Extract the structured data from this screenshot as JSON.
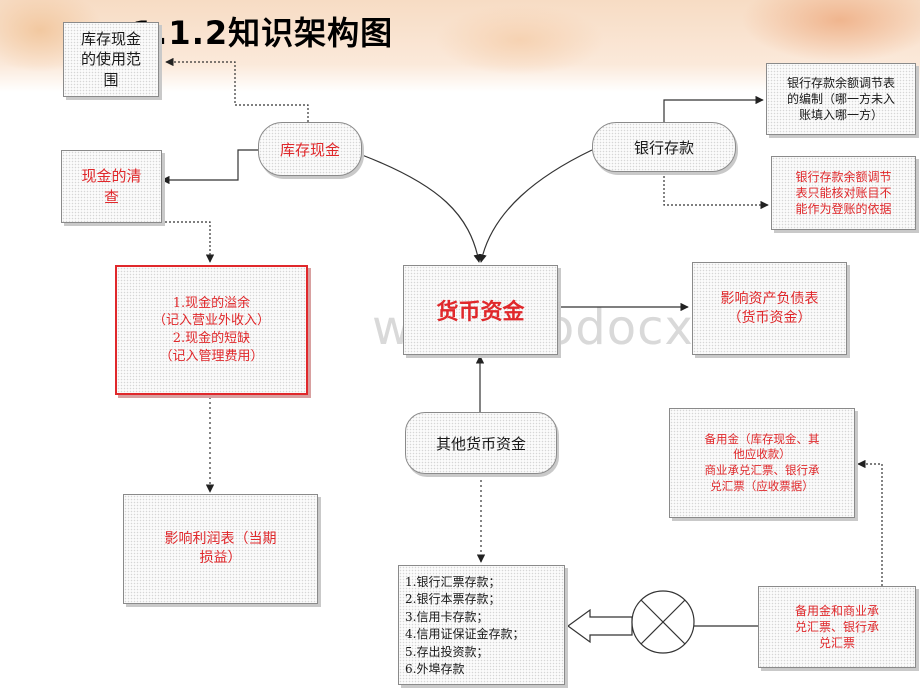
{
  "title": "1.1.2知识架构图",
  "watermark": "www.wodocx.com",
  "nodes": {
    "cash_scope": "库存现金\n的使用范\n围",
    "cash_on_hand": "库存现金",
    "cash_check": "现金的清\n查",
    "cash_result": "1.现金的溢余\n（记入营业外收入）\n2.现金的短缺\n（记入管理费用）",
    "income_statement": "影响利润表（当期\n损益）",
    "monetary_funds": "货币资金",
    "bank_deposit": "银行存款",
    "bank_reconcile": "银行存款余额调节表\n的编制（哪一方未入\n账填入哪一方）",
    "bank_reconcile_note": "银行存款余额调节\n表只能核对账目不\n能作为登账的依据",
    "balance_sheet": "影响资产负债表\n（货币资金）",
    "other_funds": "其他货币资金",
    "other_list": [
      "1.银行汇票存款；",
      "2.银行本票存款；",
      "3.信用卡存款；",
      "4.信用证保证金存款；",
      "5.存出投资款；",
      "6.外埠存款"
    ],
    "petty_cash": "备用金（库存现金、其\n他应收款）\n商业承兑汇票、银行承\n兑汇票（应收票据）",
    "petty_bills": "备用金和商业承\n兑汇票、银行承\n兑汇票"
  }
}
